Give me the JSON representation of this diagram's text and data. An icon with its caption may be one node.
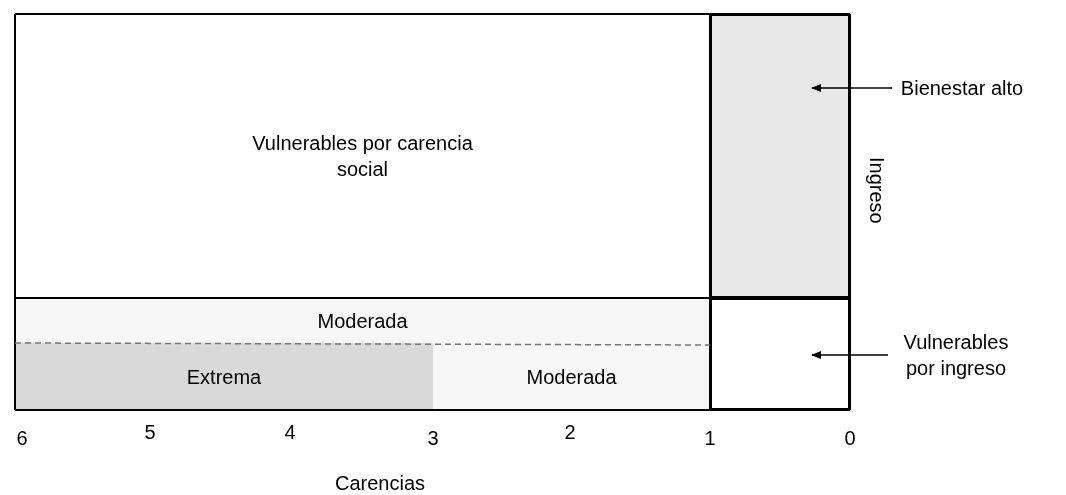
{
  "diagram": {
    "nodes": [
      {
        "text": [
          "Vulnerables por carencia social"
        ]
      },
      {
        "text": [],
        "shape": "box"
      },
      {
        "text": [
          "Bienestar alto"
        ]
      },
      {
        "text": [
          "Moderada"
        ]
      },
      {
        "text": [
          "Extrema"
        ]
      },
      {
        "text": [
          "Moderada"
        ]
      },
      {
        "text": [],
        "shape": "box"
      },
      {
        "text": [
          "Vulnerables por ingreso"
        ]
      }
    ],
    "edges": [
      {
        "from": 2,
        "to": 1,
        "arrow": "to"
      },
      {
        "from": 7,
        "to": 6,
        "arrow": "to"
      }
    ],
    "labels": [
      "Ingreso",
      "6",
      "5",
      "4",
      "3",
      "2",
      "1",
      "0",
      "Carencias"
    ]
  }
}
